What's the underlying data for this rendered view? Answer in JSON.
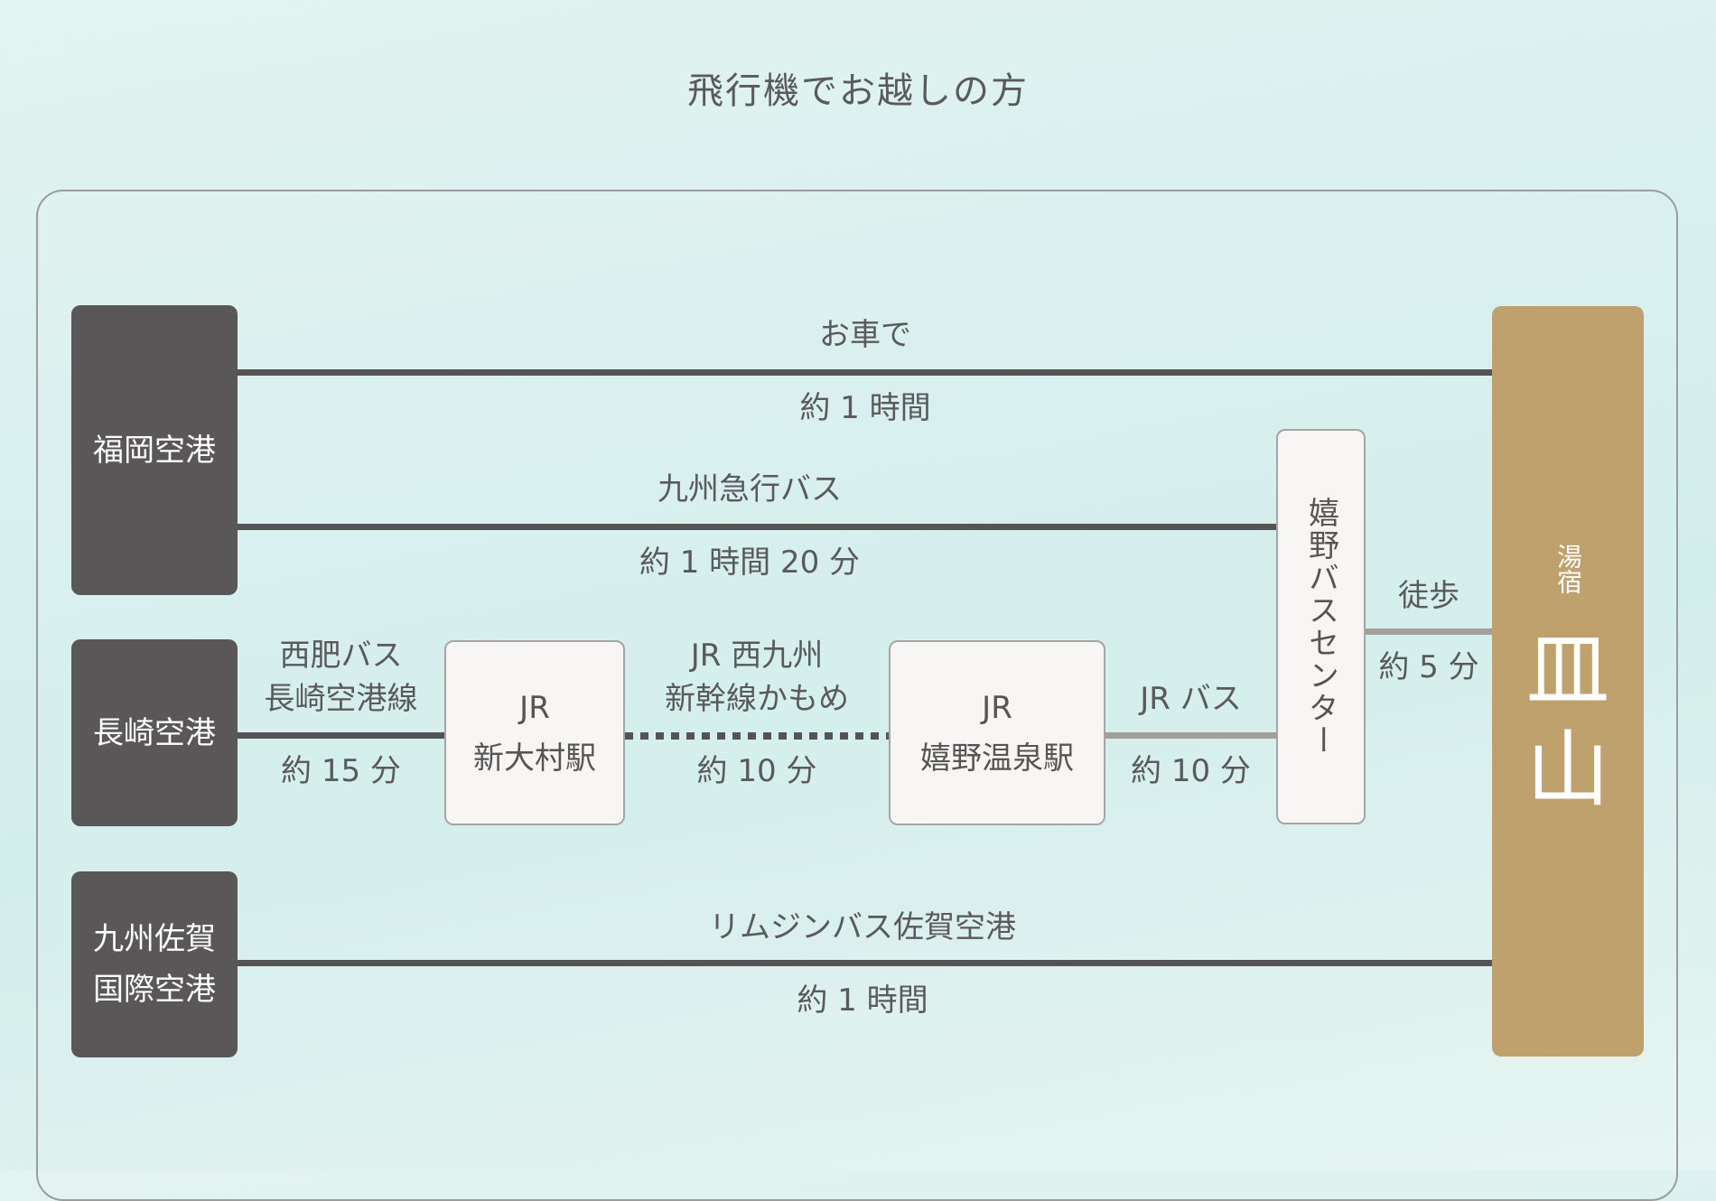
{
  "title": "飛行機でお越しの方",
  "origins": {
    "fukuoka": "福岡空港",
    "nagasaki": "長崎空港",
    "saga_line1": "九州佐賀",
    "saga_line2": "国際空港"
  },
  "destination": {
    "small": "湯宿",
    "big_line1": "皿",
    "big_line2": "山"
  },
  "stations": {
    "shin_omura_line1": "JR",
    "shin_omura_line2": "新大村駅",
    "ureshino_onsen_line1": "JR",
    "ureshino_onsen_line2": "嬉野温泉駅",
    "ureshino_bus_center": "嬉野バスセンター"
  },
  "routes": {
    "car": {
      "label": "お車で",
      "time": "約 1 時間"
    },
    "kyushu_express": {
      "label": "九州急行バス",
      "time": "約 1 時間 20 分"
    },
    "walk": {
      "label": "徒歩",
      "time": "約 5 分"
    },
    "saihi_bus": {
      "label_line1": "西肥バス",
      "label_line2": "長崎空港線",
      "time": "約 15 分"
    },
    "shinkansen": {
      "label_line1": "JR 西九州",
      "label_line2": "新幹線かもめ",
      "time": "約 10 分"
    },
    "jr_bus": {
      "label": "JR バス",
      "time": "約 10 分"
    },
    "limousine": {
      "label": "リムジンバス佐賀空港",
      "time": "約 1 時間"
    }
  },
  "colors": {
    "origin_box": "#5a5758",
    "destination_box": "#bea16c",
    "station_box": "#f7f6f5",
    "line_dark": "#555354",
    "line_gray": "#a49e9c"
  }
}
